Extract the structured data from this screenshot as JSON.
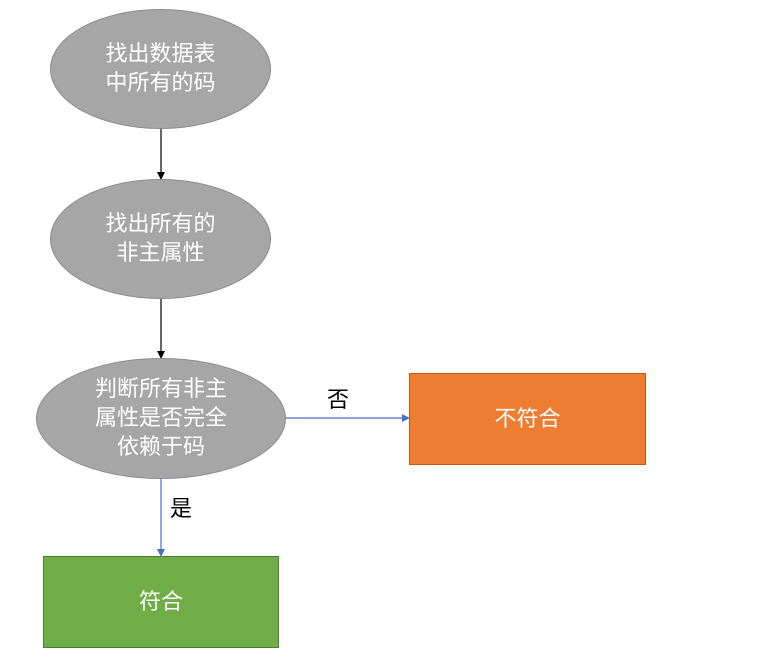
{
  "nodes": {
    "step1": "找出数据表\n中所有的码",
    "step2": "找出所有的\n非主属性",
    "decision": "判断所有非主\n属性是否完全\n依赖于码",
    "no_result": "不符合",
    "yes_result": "符合"
  },
  "edges": {
    "no_label": "否",
    "yes_label": "是"
  },
  "colors": {
    "ellipse_fill": "#a6a6a6",
    "no_fill": "#ed7d31",
    "yes_fill": "#70ad47",
    "black_arrow": "#000000",
    "blue_arrow": "#4472c4"
  }
}
